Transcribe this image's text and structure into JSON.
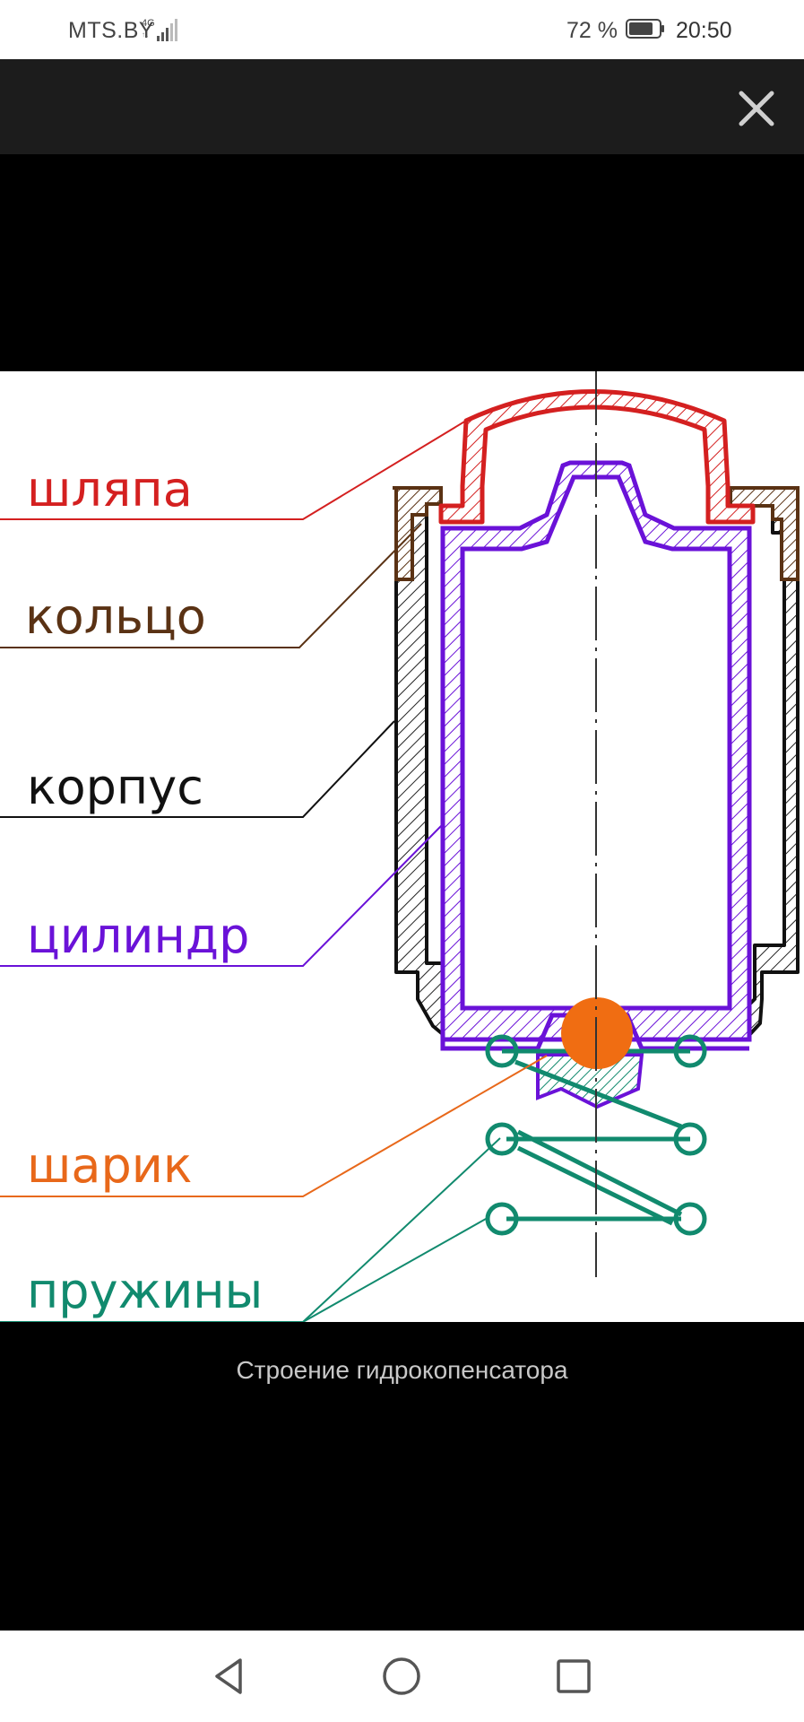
{
  "status_bar": {
    "carrier": "MTS.BY",
    "network_type": "4G",
    "battery_percent": "72 %",
    "time": "20:50"
  },
  "toolbar": {
    "close_icon": "close-icon"
  },
  "diagram": {
    "labels": [
      {
        "id": "hat",
        "text": "шляпа",
        "color": "#d42020"
      },
      {
        "id": "ring",
        "text": "кольцо",
        "color": "#5a3214"
      },
      {
        "id": "body",
        "text": "корпус",
        "color": "#111111"
      },
      {
        "id": "cylinder",
        "text": "цилиндр",
        "color": "#6a12d8"
      },
      {
        "id": "ball",
        "text": "шарик",
        "color": "#e8681a"
      },
      {
        "id": "springs",
        "text": "пружины",
        "color": "#118a6e"
      }
    ]
  },
  "caption": "Строение гидрокопенсатора",
  "nav_bar": {
    "back": "back-icon",
    "home": "home-icon",
    "recents": "recents-icon"
  }
}
